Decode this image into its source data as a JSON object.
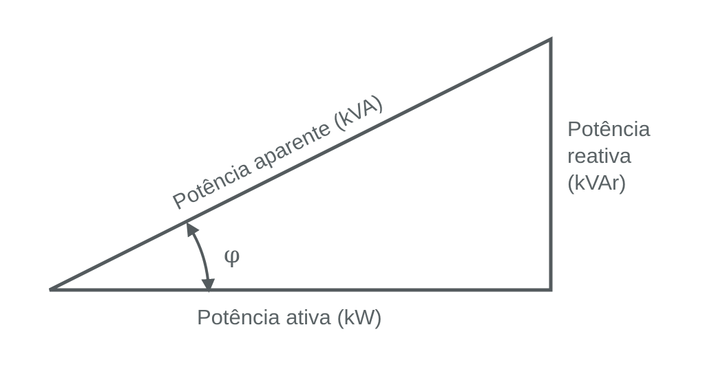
{
  "diagram": {
    "line_color": "#545b5e",
    "text_color": "#5b6366",
    "labels": {
      "hypotenuse": "Potência aparente (kVA)",
      "base": "Potência ativa (kW)",
      "vertical_line1": "Potência",
      "vertical_line2": "reativa",
      "vertical_line3": "(kVAr)",
      "angle": "φ"
    }
  }
}
